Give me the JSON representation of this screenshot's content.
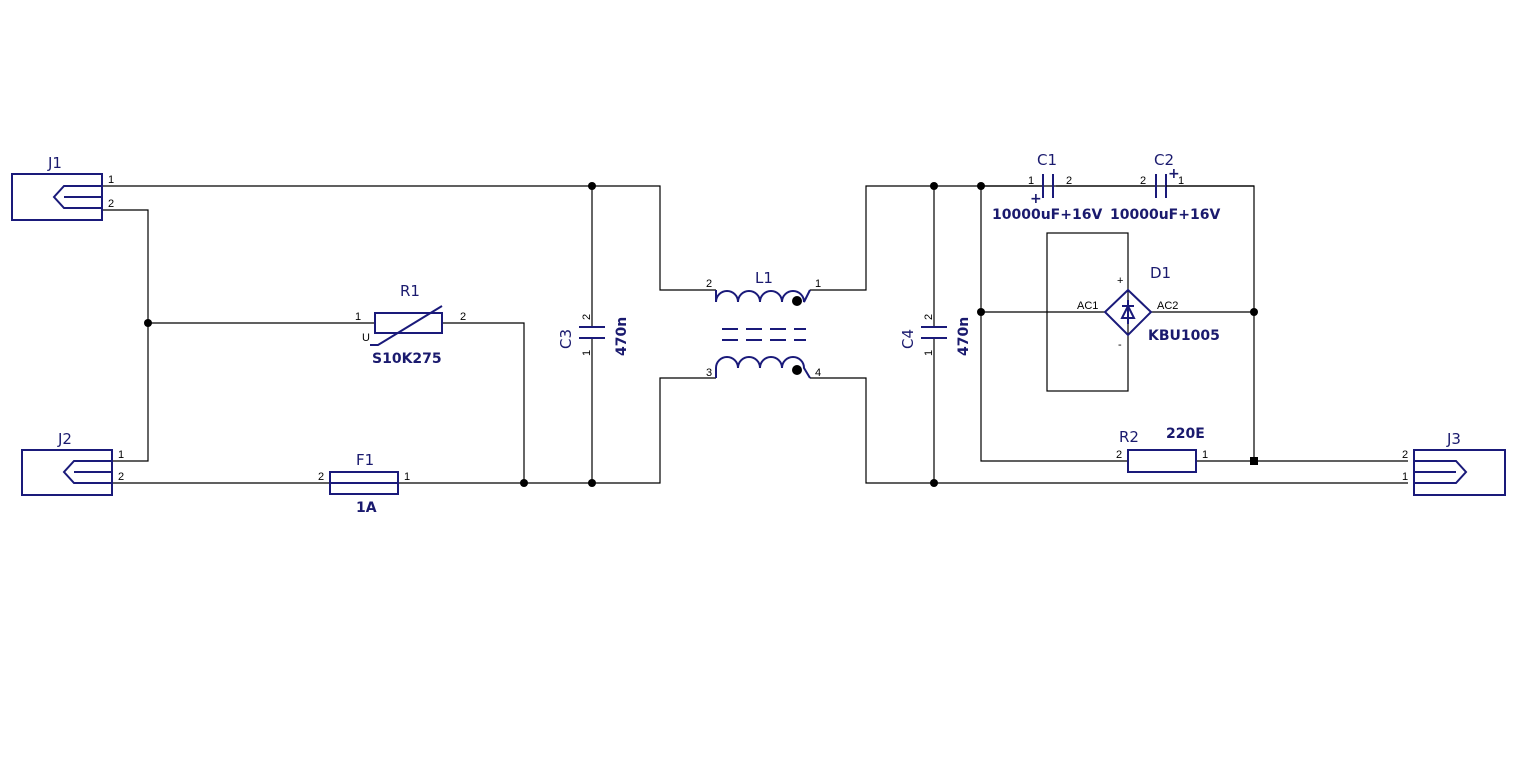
{
  "components": {
    "J1": {
      "ref": "J1",
      "pins": [
        "1",
        "2"
      ]
    },
    "J2": {
      "ref": "J2",
      "pins": [
        "1",
        "2"
      ]
    },
    "J3": {
      "ref": "J3",
      "pins": [
        "2",
        "1"
      ]
    },
    "R1": {
      "ref": "R1",
      "value": "S10K275",
      "pins": [
        "1",
        "2"
      ],
      "mark": "U"
    },
    "F1": {
      "ref": "F1",
      "value": "1A",
      "pins": [
        "2",
        "1"
      ]
    },
    "C3": {
      "ref": "C3",
      "value": "470n",
      "pins": [
        "2",
        "1"
      ]
    },
    "L1": {
      "ref": "L1",
      "pins": [
        "2",
        "1",
        "3",
        "4"
      ]
    },
    "C4": {
      "ref": "C4",
      "value": "470n",
      "pins": [
        "2",
        "1"
      ]
    },
    "C1": {
      "ref": "C1",
      "value": "10000uF+16V",
      "pins": [
        "1",
        "2"
      ],
      "polarity": "+"
    },
    "C2": {
      "ref": "C2",
      "value": "10000uF+16V",
      "pins": [
        "2",
        "1"
      ],
      "polarity": "+"
    },
    "D1": {
      "ref": "D1",
      "value": "KBU1005",
      "pins": [
        "AC1",
        "AC2",
        "+",
        "-"
      ]
    },
    "R2": {
      "ref": "R2",
      "value": "220E",
      "pins": [
        "2",
        "1"
      ]
    }
  }
}
